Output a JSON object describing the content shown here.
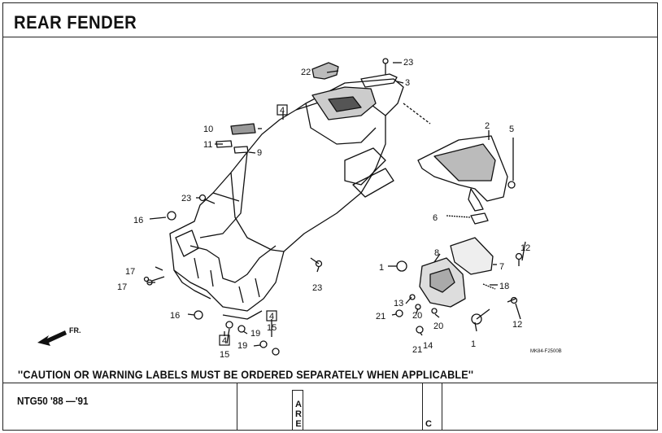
{
  "page": {
    "title": "REAR FENDER",
    "caution_note": "''CAUTION OR WARNING LABELS MUST BE ORDERED SEPARATELY WHEN APPLICABLE''",
    "model": "NTG50 '88 —'91",
    "drawing_code": "MK84-F2500B",
    "footer_tab": [
      "A",
      "R",
      "E"
    ],
    "footer_tab_partial": "C",
    "direction_label": "FR."
  },
  "callouts": {
    "c1a": "1",
    "c1b": "1",
    "c2": "2",
    "c3": "3",
    "c4a": "4",
    "c4b": "4",
    "c4c": "4",
    "c5": "5",
    "c6": "6",
    "c7": "7",
    "c8": "8",
    "c9": "9",
    "c10": "10",
    "c11": "11",
    "c12a": "12",
    "c12b": "12",
    "c13": "13",
    "c14": "14",
    "c15a": "15",
    "c15b": "15",
    "c16a": "16",
    "c16b": "16",
    "c17a": "17",
    "c17b": "17",
    "c18": "18",
    "c19a": "19",
    "c19b": "19",
    "c20a": "20",
    "c20b": "20",
    "c21a": "21",
    "c21b": "21",
    "c22": "22",
    "c23a": "23",
    "c23b": "23",
    "c23c": "23"
  }
}
